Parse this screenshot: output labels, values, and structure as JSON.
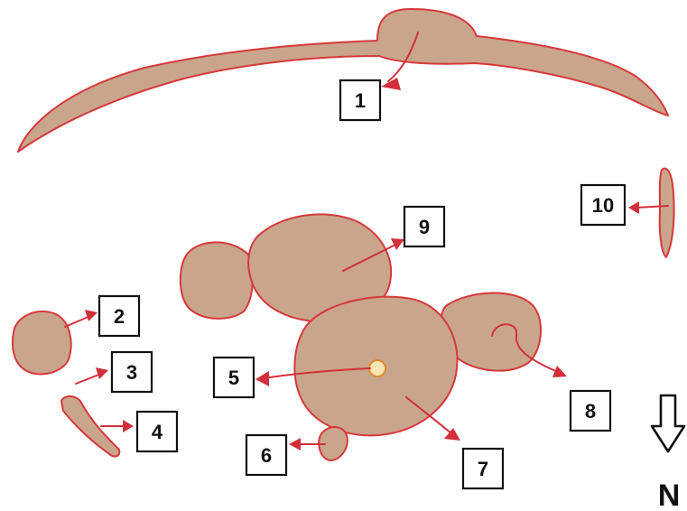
{
  "colors": {
    "fill": "#c9a58c",
    "outline": "#d7383a",
    "arrow": "#d32f3a",
    "marker_fill": "#fbe4b3",
    "marker_stroke": "#e08b2f"
  },
  "labels": [
    {
      "id": "1",
      "text": "1"
    },
    {
      "id": "2",
      "text": "2"
    },
    {
      "id": "3",
      "text": "3"
    },
    {
      "id": "4",
      "text": "4"
    },
    {
      "id": "5",
      "text": "5"
    },
    {
      "id": "6",
      "text": "6"
    },
    {
      "id": "7",
      "text": "7"
    },
    {
      "id": "8",
      "text": "8"
    },
    {
      "id": "9",
      "text": "9"
    },
    {
      "id": "10",
      "text": "10"
    }
  ],
  "compass": {
    "text": "N",
    "icon": "arrow-down-outline-icon"
  }
}
